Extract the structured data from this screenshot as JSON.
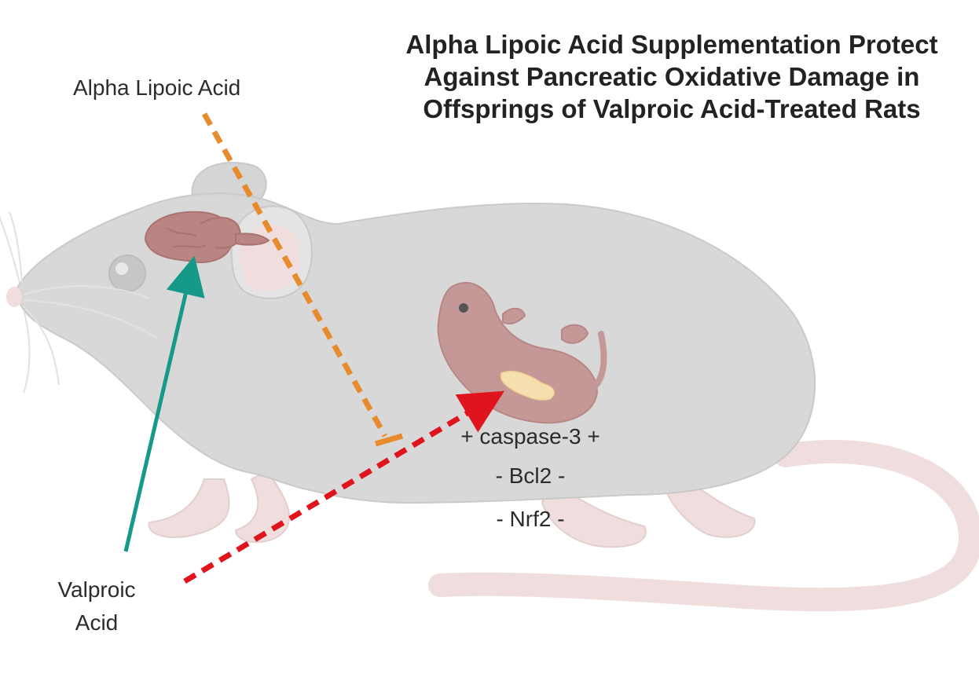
{
  "title": {
    "line1": "Alpha Lipoic Acid Supplementation Protect",
    "line2": "Against Pancreatic Oxidative Damage in",
    "line3": "Offsprings of Valproic Acid-Treated Rats"
  },
  "labels": {
    "alpha_lipoic_acid": "Alpha Lipoic Acid",
    "valproic_acid": "Valproic Acid"
  },
  "markers": {
    "caspase": "+ caspase-3 +",
    "bcl2": "- Bcl2 -",
    "nrf2": "- Nrf2 -"
  },
  "colors": {
    "rat_body": "#d7d7d7",
    "rat_outline": "#c9c9c9",
    "skin": "#efdedd",
    "organ": "#b98481",
    "pup": "#c49896",
    "pancreas": "#f5dfae",
    "arrow_teal": "#159a8a",
    "arrow_red": "#e0141c",
    "inhibitor_orange": "#e88b2c"
  }
}
